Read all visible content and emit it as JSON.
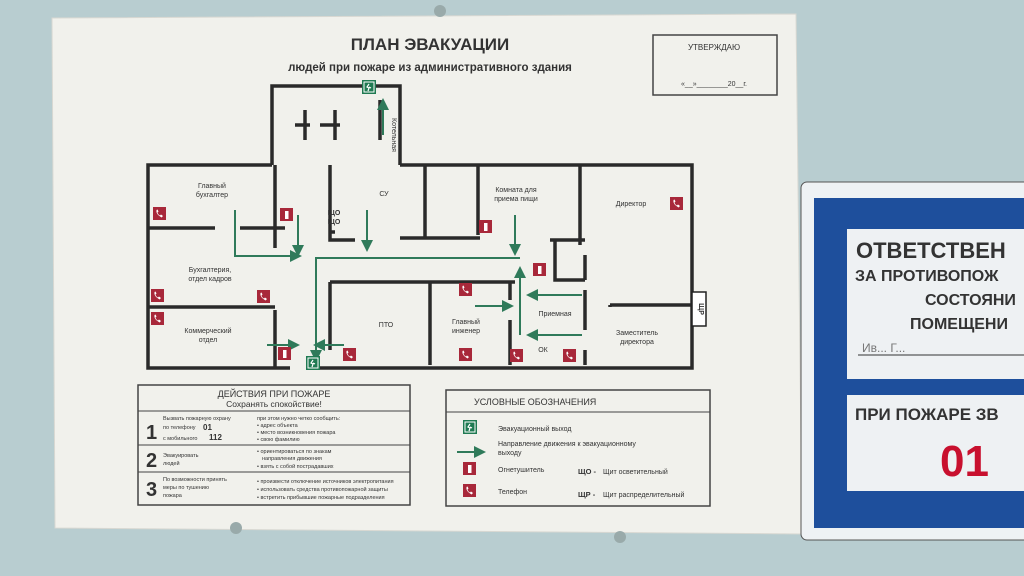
{
  "plan": {
    "title": "ПЛАН ЭВАКУАЦИИ",
    "subtitle": "людей при пожаре из административного здания",
    "approval": {
      "label": "УТВЕРЖДАЮ",
      "date_line": "«__»________20__г."
    },
    "rooms": {
      "boiler": "Котельная",
      "chief_accountant": [
        "Главный",
        "бухгалтер"
      ],
      "accounting": [
        "Бухгалтерия,",
        "отдел кадров"
      ],
      "commercial": [
        "Коммерческий",
        "отдел"
      ],
      "wc": "СУ",
      "panel_1": "ЩО",
      "panel_2": "ЩО",
      "dining": [
        "Комната для",
        "приема пищи"
      ],
      "director": "Директор",
      "pto": "ПТО",
      "chief_engineer": [
        "Главный",
        "инженер"
      ],
      "reception": "Приемная",
      "hr": "ОК",
      "deputy": [
        "Заместитель",
        "директора"
      ],
      "distribution_panel": "ЩР"
    },
    "actions": {
      "title": "ДЕЙСТВИЯ ПРИ ПОЖАРЕ",
      "subtitle": "Сохранять спокойствие!",
      "steps": [
        {
          "num": "1",
          "left": [
            "Вызвать пожарную охрану",
            "по телефону",
            "с мобильного"
          ],
          "phone": "01",
          "mobile": "112",
          "right": [
            "при этом нужно четко сообщить:",
            "• адрес объекта",
            "• место возникновения пожара",
            "• свою фамилию"
          ]
        },
        {
          "num": "2",
          "left": [
            "Эвакуировать",
            "людей"
          ],
          "right": [
            "• ориентироваться по знакам",
            "направления движения",
            "• взять с собой пострадавших"
          ]
        },
        {
          "num": "3",
          "left": [
            "По возможности принять",
            "меры по тушению",
            "пожара"
          ],
          "right": [
            "• произвести отключение источников электропитания",
            "• использовать средства противопожарной защиты",
            "• встретить прибывшие пожарные подразделения"
          ]
        }
      ]
    },
    "legend": {
      "title": "УСЛОВНЫЕ ОБОЗНАЧЕНИЯ",
      "exit": "Эвакуационный выход",
      "direction": [
        "Направление движения к эвакуационному",
        "выходу"
      ],
      "extinguisher": "Огнетушитель",
      "phone": "Телефон",
      "shchо_code": "ЩО -",
      "shcho_desc": "Щит осветительный",
      "shchr_code": "ЩР -",
      "shchr_desc": "Щит распределительный"
    }
  },
  "side_sign": {
    "line1": "ОТВЕТСТВЕН",
    "line2": "ЗА ПРОТИВОПОЖ",
    "line3": "СОСТОЯНИ",
    "line4": "ПОМЕЩЕНИ",
    "handwritten": "Ив... Г...",
    "fire_call": "ПРИ ПОЖАРЕ ЗВ",
    "number": "01"
  },
  "colors": {
    "wall": "#b8cdd0",
    "board": "#f1f1ec",
    "exit_green": "#1f7a52",
    "alarm_red": "#a8283a",
    "sign_blue": "#1e4f9c",
    "number_red": "#c8102e"
  },
  "icons": [
    "fire-exit-icon",
    "fire-extinguisher-icon",
    "phone-icon",
    "direction-arrow-icon",
    "screw-icon"
  ]
}
